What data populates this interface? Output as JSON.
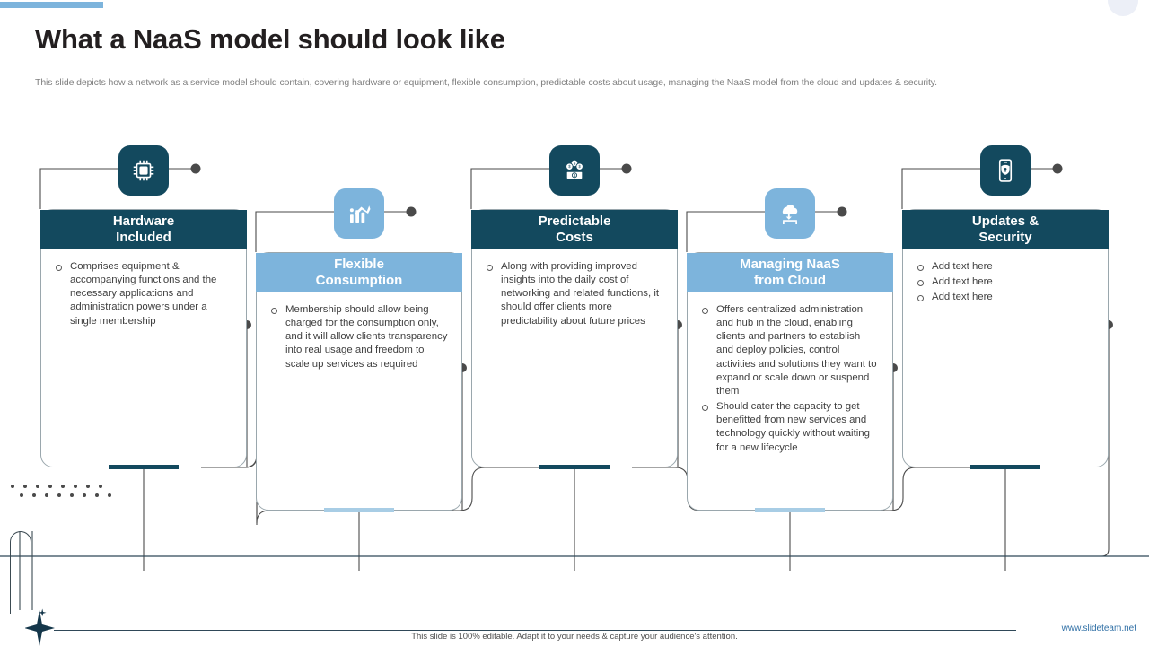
{
  "slide": {
    "title": "What a NaaS model should look like",
    "subtitle": "This slide depicts how a network as a service model should contain, covering hardware or equipment, flexible consumption, predictable costs about usage, managing the NaaS model from the cloud and updates & security.",
    "footer_note": "This slide is 100% editable. Adapt it to your needs & capture your audience's attention.",
    "brand": "www.slideteam.net"
  },
  "colors": {
    "dark_navy": "#13495e",
    "light_blue": "#7db4dc",
    "accent_light": "#a8cde5",
    "card_border": "#9aa7ad",
    "rail": "#4a4a4a",
    "title_text": "#231f20",
    "subtitle_text": "#808080",
    "body_text": "#3f3f3f",
    "brand_text": "#2f6fa5"
  },
  "cards": [
    {
      "id": "hardware-included",
      "title": "Hardware Included",
      "title_line1": "Hardware",
      "title_line2": "Included",
      "tone": "dark",
      "icon": "cpu-chip-icon",
      "bullets": [
        "Comprises equipment & accompanying functions and the necessary applications and administration powers under a single membership"
      ]
    },
    {
      "id": "flexible-consumption",
      "title": "Flexible Consumption",
      "title_line1": "Flexible",
      "title_line2": "Consumption",
      "tone": "light",
      "icon": "bar-chart-growth-icon",
      "bullets": [
        "Membership should allow being charged for the consumption only, and it will allow clients transparency into real usage and freedom to scale up services as required"
      ]
    },
    {
      "id": "predictable-costs",
      "title": "Predictable Costs",
      "title_line1": "Predictable",
      "title_line2": "Costs",
      "tone": "dark",
      "icon": "money-coins-icon",
      "bullets": [
        "Along with providing improved insights into the daily cost of networking and related functions, it should offer clients more predictability about future prices"
      ]
    },
    {
      "id": "managing-naas-from-cloud",
      "title": "Managing NaaS from Cloud",
      "title_line1": "Managing NaaS",
      "title_line2": "from Cloud",
      "tone": "light",
      "icon": "cloud-transfer-icon",
      "bullets": [
        "Offers centralized administration and hub in the cloud, enabling clients and partners to establish and deploy policies, control activities and solutions they want to expand or scale down or suspend them",
        "Should cater the capacity to get benefitted from new services and technology quickly without waiting for a new lifecycle"
      ]
    },
    {
      "id": "updates-and-security",
      "title": "Updates & Security",
      "title_line1": "Updates &",
      "title_line2": "Security",
      "tone": "dark",
      "icon": "phone-lock-icon",
      "bullets": [
        "Add text here",
        "Add text here",
        "Add text here"
      ]
    }
  ]
}
